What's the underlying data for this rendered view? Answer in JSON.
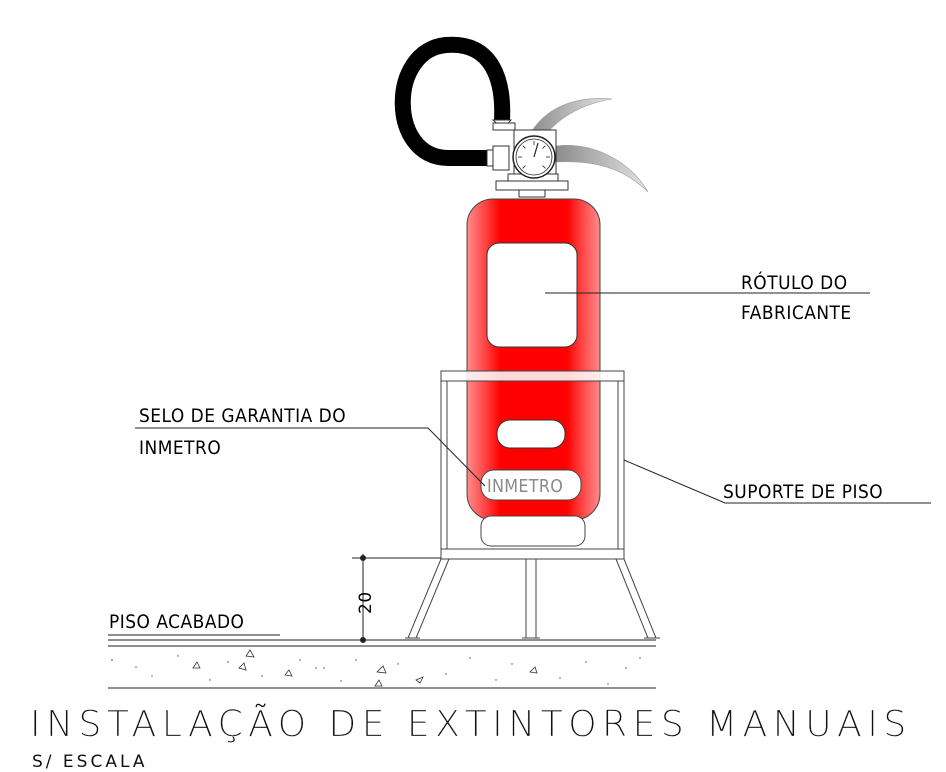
{
  "title": "INSTALAÇÃO DE EXTINTORES MANUAIS",
  "subtitle": "S/ ESCALA",
  "labels": {
    "label_rotulo_line1": "RÓTULO DO",
    "label_rotulo_line2": "FABRICANTE",
    "label_selo_line1": "SELO DE GARANTIA DO",
    "label_selo_line2": "INMETRO",
    "label_suporte": "SUPORTE DE PISO",
    "label_piso": "PISO ACABADO",
    "inmetro_seal_text": "INMETRO",
    "dimension_value": "20"
  },
  "colors": {
    "cylinder_red": "#ff0000",
    "hose": "#000000",
    "line": "#333333",
    "lever_gray": "#b0b0b0"
  },
  "icons": {
    "pressure_gauge": "gauge-icon"
  }
}
